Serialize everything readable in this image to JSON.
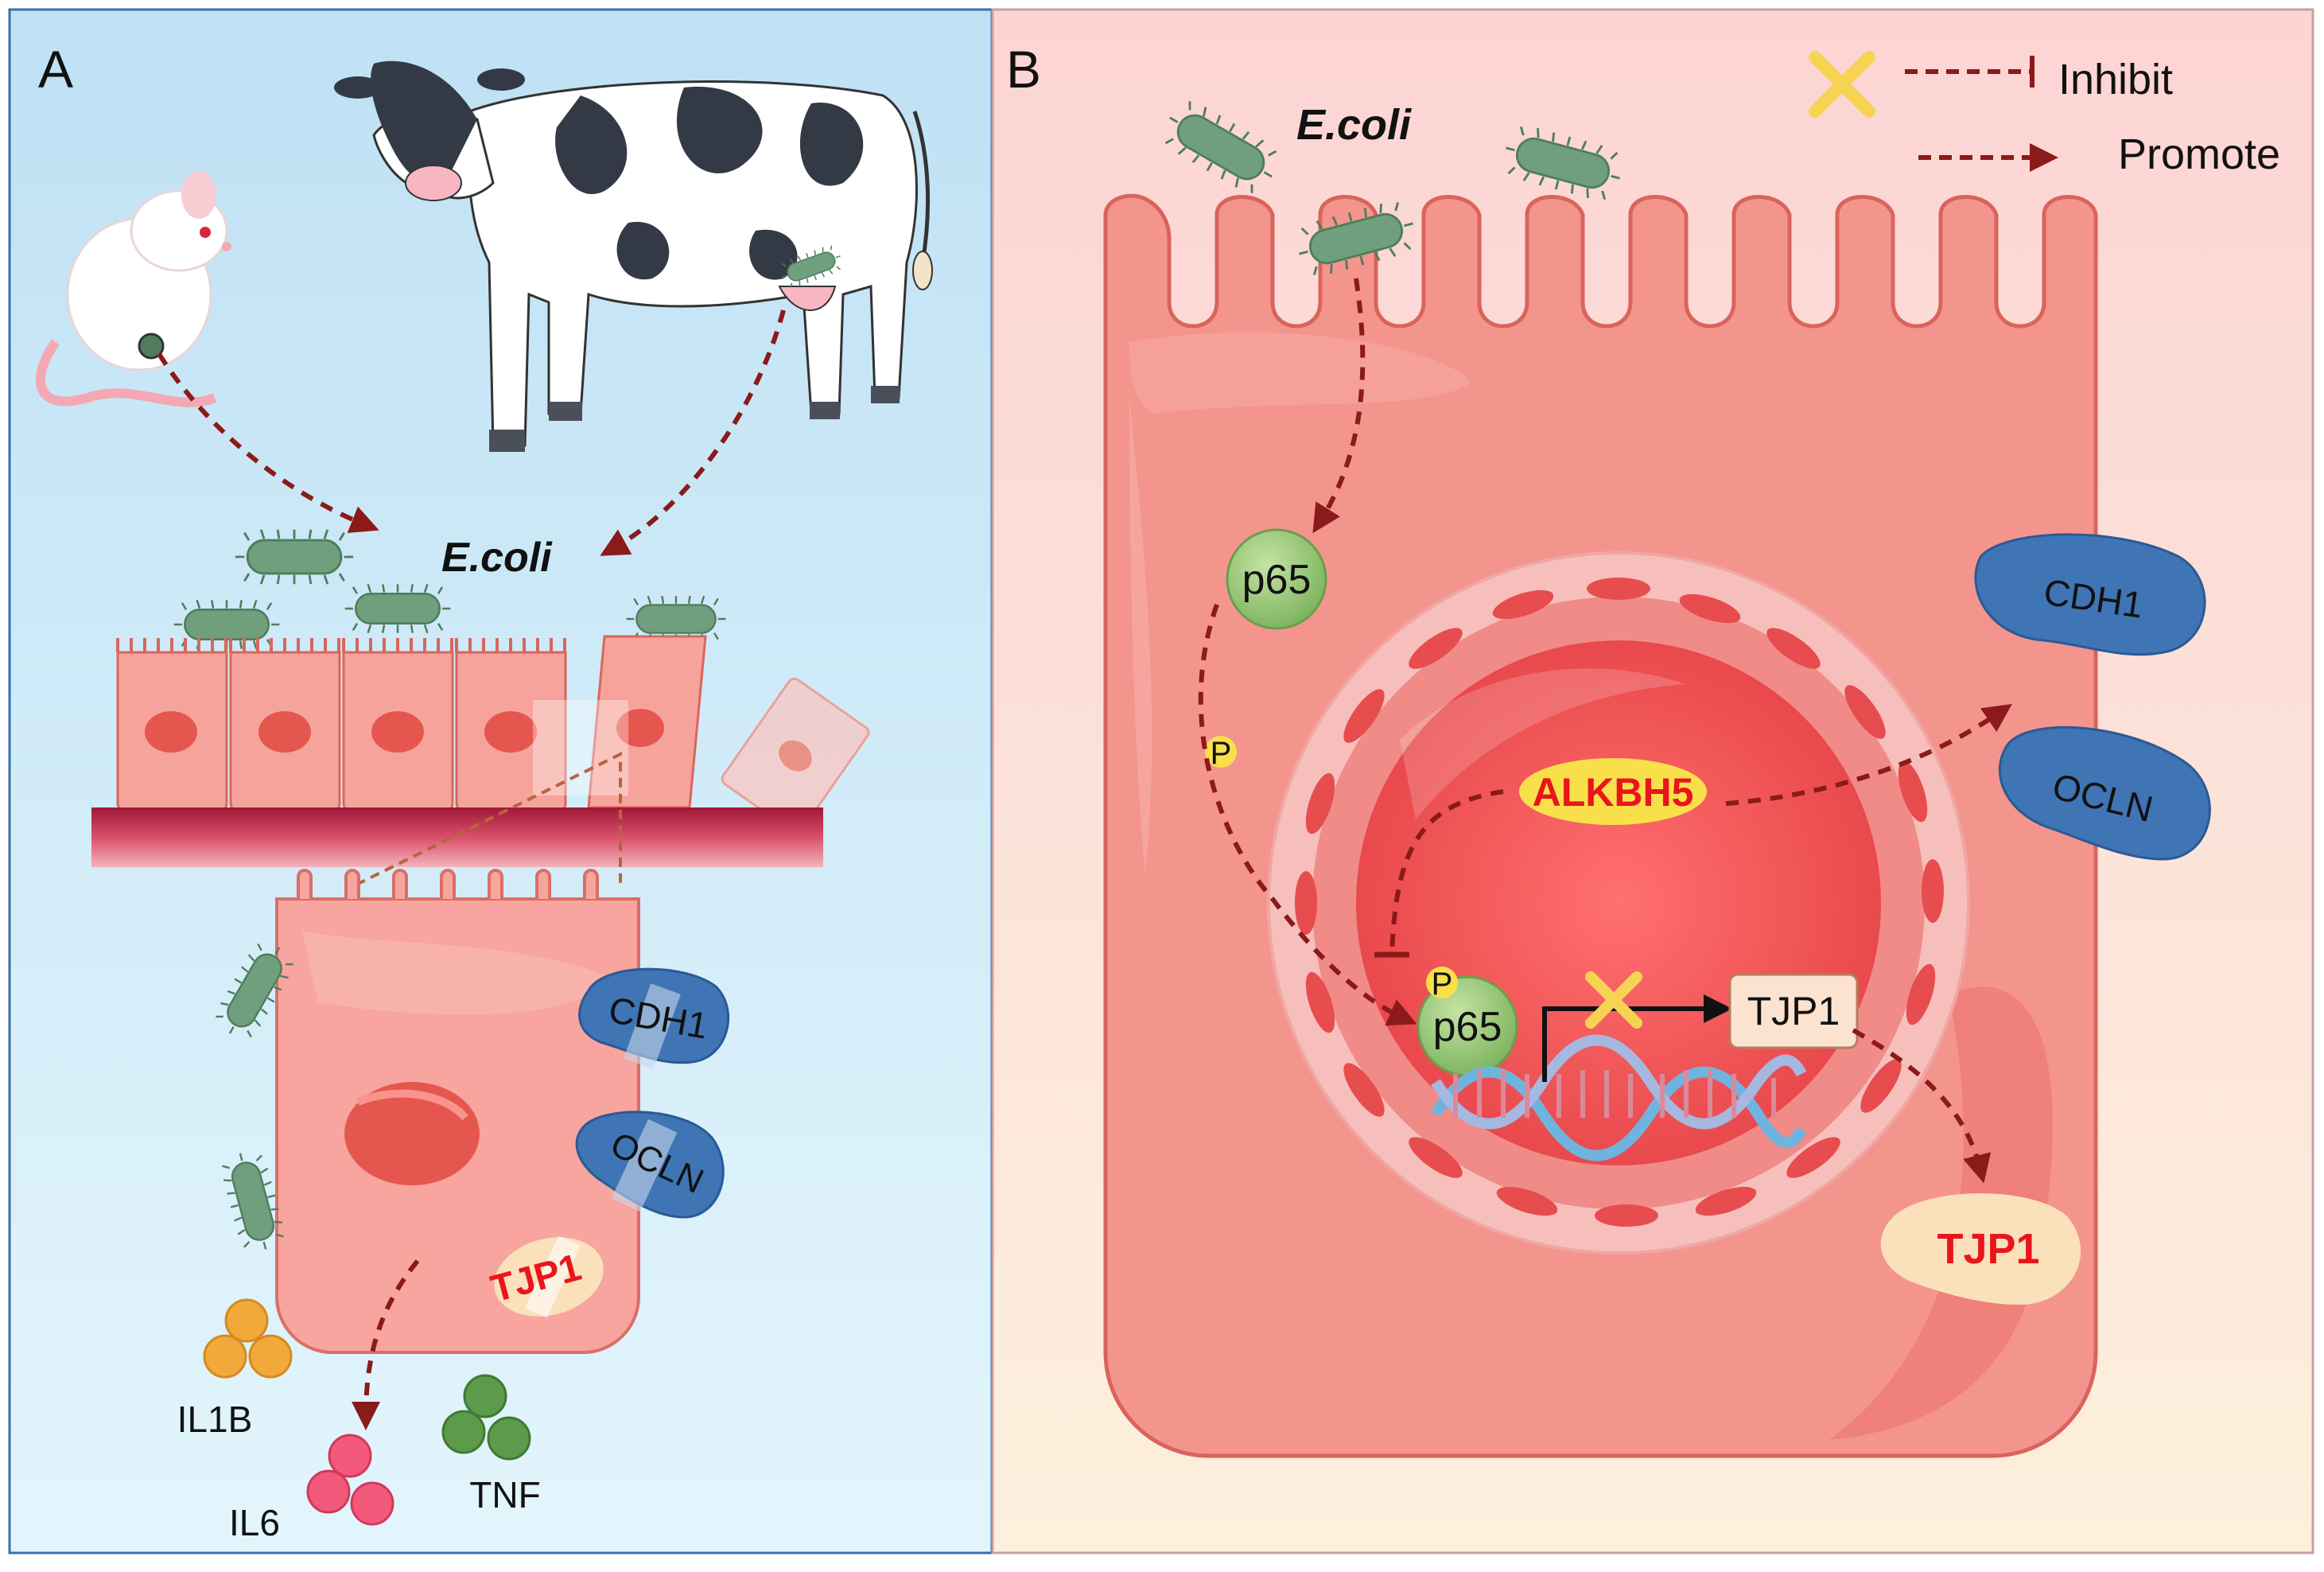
{
  "panel_a": {
    "label": "A",
    "bacteria_label": "E.coli",
    "proteins": [
      "CDH1",
      "OCLN"
    ],
    "tight_junction_label": "TJP1",
    "cytokines": [
      "IL1B",
      "IL6",
      "TNF"
    ]
  },
  "panel_b": {
    "label": "B",
    "bacteria_label": "E.coli",
    "legend": {
      "inhibit": "Inhibit",
      "promote": "Promote"
    },
    "p65_cyto": "p65",
    "phospho": "P",
    "p65_nuclear": "p65",
    "alkbh5": "ALKBH5",
    "gene_box": "TJP1",
    "protein_out_1": "CDH1",
    "protein_out_2": "OCLN",
    "protein_tjp1": "TJP1"
  },
  "colors": {
    "arrow": "#8b1a1a",
    "alkbh5_text": "#e8161b",
    "alkbh5_fill": "#f9e04b",
    "bacteria": "#6f9f7c",
    "protein_blue": "#3f74b5",
    "p65_green": "#9acb7a",
    "tjp1_red": "#e8161b"
  }
}
